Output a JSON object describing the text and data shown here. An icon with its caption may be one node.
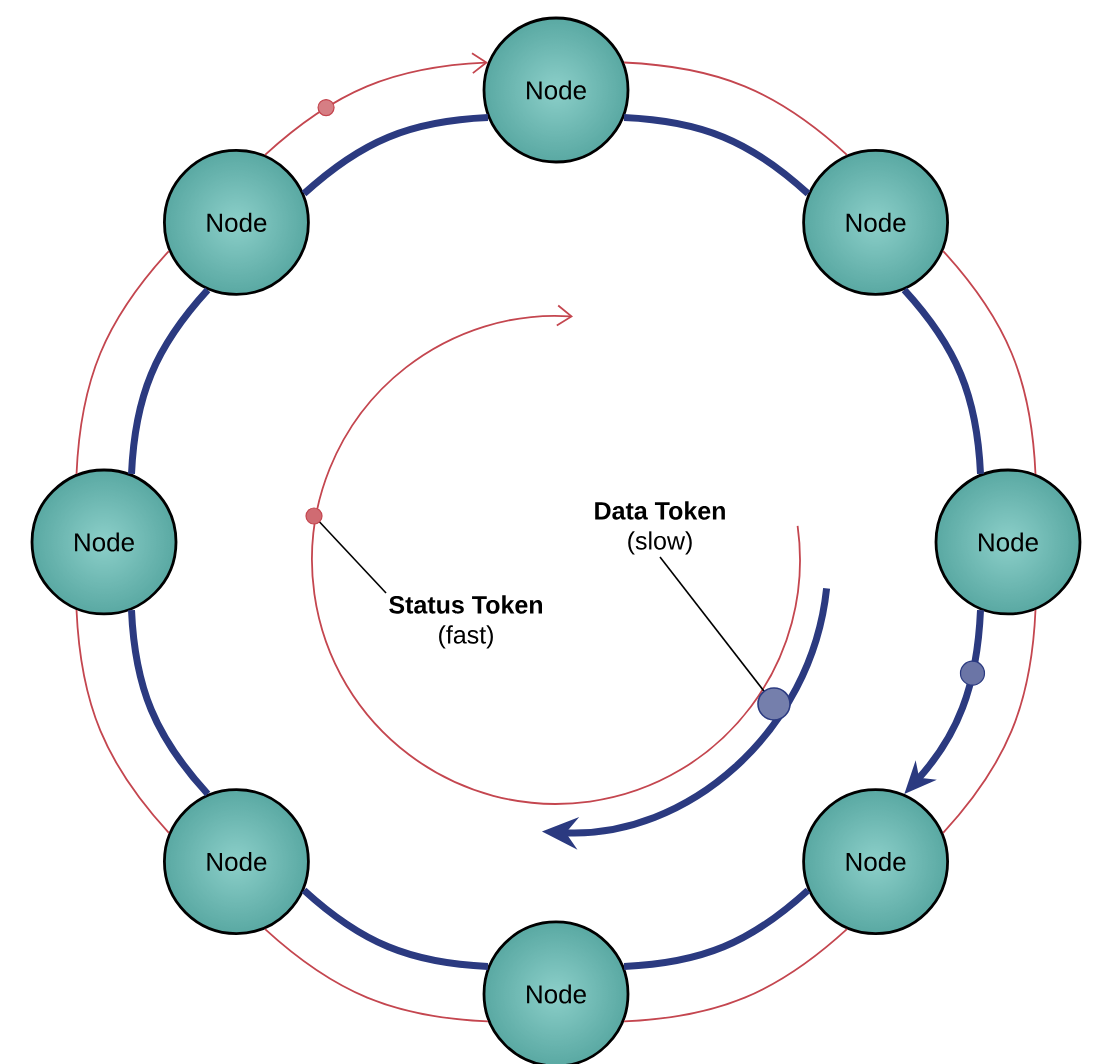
{
  "diagram": {
    "nodes": [
      {
        "text": [
          "Node"
        ]
      },
      {
        "text": [
          "Node"
        ]
      },
      {
        "text": [
          "Node"
        ]
      },
      {
        "text": [
          "Node"
        ]
      },
      {
        "text": [
          "Node"
        ]
      },
      {
        "text": [
          "Node"
        ]
      },
      {
        "text": [
          "Node"
        ]
      },
      {
        "text": [
          "Node"
        ]
      },
      {
        "text": [
          "Status Token",
          "(fast)"
        ]
      },
      {
        "text": [
          "Data Token",
          "(slow)"
        ]
      }
    ],
    "edges": [
      {
        "from": 0,
        "to": 2,
        "arrow": "none",
        "style": "thick",
        "color": "#2b3a80"
      },
      {
        "from": 0,
        "to": 2,
        "arrow": "none",
        "color": "#c4464f"
      },
      {
        "from": 2,
        "to": 4,
        "arrow": "none",
        "style": "thick",
        "color": "#2b3a80"
      },
      {
        "from": 2,
        "to": 4,
        "arrow": "none",
        "color": "#c4464f"
      },
      {
        "from": 4,
        "to": 6,
        "arrow": "to",
        "style": "thick",
        "color": "#2b3a80"
      },
      {
        "from": 4,
        "to": 6,
        "arrow": "none",
        "color": "#c4464f"
      },
      {
        "from": 6,
        "to": 7,
        "arrow": "none",
        "style": "thick",
        "color": "#2b3a80"
      },
      {
        "from": 6,
        "to": 7,
        "arrow": "none",
        "color": "#c4464f"
      },
      {
        "from": 7,
        "to": 5,
        "arrow": "none",
        "style": "thick",
        "color": "#2b3a80"
      },
      {
        "from": 7,
        "to": 5,
        "arrow": "none",
        "color": "#c4464f"
      },
      {
        "from": 5,
        "to": 3,
        "arrow": "none",
        "style": "thick",
        "color": "#2b3a80"
      },
      {
        "from": 5,
        "to": 3,
        "arrow": "none",
        "color": "#c4464f"
      },
      {
        "from": 3,
        "to": 1,
        "arrow": "none",
        "style": "thick",
        "color": "#2b3a80"
      },
      {
        "from": 3,
        "to": 1,
        "arrow": "none",
        "color": "#c4464f"
      },
      {
        "from": 1,
        "to": 0,
        "arrow": "none",
        "style": "thick",
        "color": "#2b3a80"
      },
      {
        "from": 1,
        "to": 0,
        "arrow": "to",
        "color": "#c4464f"
      },
      {
        "from": 8,
        "to": null,
        "arrow": "none",
        "color": "#000000"
      },
      {
        "from": 9,
        "to": null,
        "arrow": "none",
        "color": "#000000"
      }
    ]
  }
}
